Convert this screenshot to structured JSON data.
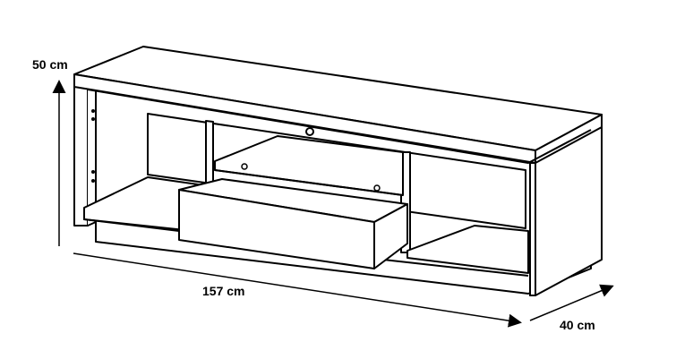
{
  "dimensions": {
    "height_label": "50 cm",
    "width_label": "157 cm",
    "depth_label": "40 cm"
  },
  "colors": {
    "stroke": "#000000",
    "fill": "#ffffff",
    "shade": "#f2f2f2"
  }
}
